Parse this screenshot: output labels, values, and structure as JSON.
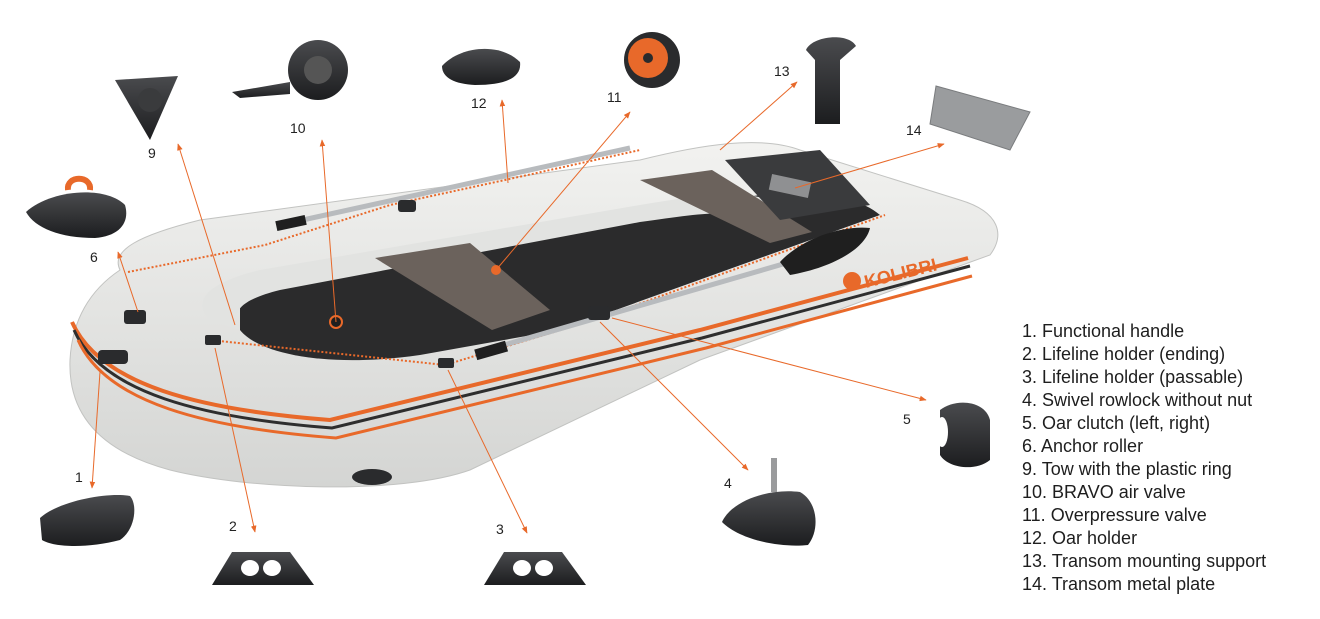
{
  "brand": "KOLIBRI",
  "colors": {
    "accent": "#e8692a",
    "hull": "#e6e7e5",
    "hull_dark": "#cfd0ce",
    "fitting": "#2a2b2d",
    "floor": "#6b625c"
  },
  "callouts": [
    {
      "num": "1",
      "part": "functional-handle"
    },
    {
      "num": "2",
      "part": "lifeline-holder-ending"
    },
    {
      "num": "3",
      "part": "lifeline-holder-passable"
    },
    {
      "num": "4",
      "part": "swivel-rowlock"
    },
    {
      "num": "5",
      "part": "oar-clutch"
    },
    {
      "num": "6",
      "part": "anchor-roller"
    },
    {
      "num": "9",
      "part": "tow-ring"
    },
    {
      "num": "10",
      "part": "bravo-air-valve"
    },
    {
      "num": "11",
      "part": "overpressure-valve"
    },
    {
      "num": "12",
      "part": "oar-holder"
    },
    {
      "num": "13",
      "part": "transom-mounting-support"
    },
    {
      "num": "14",
      "part": "transom-metal-plate"
    }
  ],
  "legend": [
    "1. Functional handle",
    "2. Lifeline holder (ending)",
    "3. Lifeline holder (passable)",
    "4. Swivel rowlock without nut",
    "5. Oar clutch (left, right)",
    "6. Anchor roller",
    "9. Tow with the plastic ring",
    "10. BRAVO air valve",
    "11. Overpressure valve",
    "12. Oar holder",
    "13. Transom mounting support",
    "14. Transom metal plate"
  ]
}
